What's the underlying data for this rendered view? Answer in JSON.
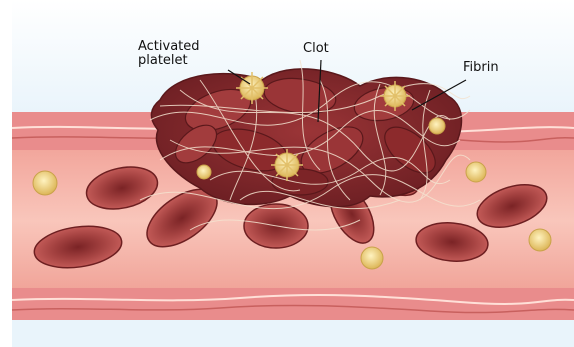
{
  "labels": {
    "activated_platelet": "Activated\nplatelet",
    "clot": "Clot",
    "fibrin": "Fibrin"
  },
  "colors": {
    "background_top": "#e9f4fb",
    "vessel_wall": "#e98c8c",
    "vessel_lumen": "#f7b9ae",
    "red_cell": "#a8403f",
    "red_cell_dark": "#6d1f21",
    "clot": "#8c2a2c",
    "platelet": "#e7c66a",
    "fibrin": "#f4e3d0",
    "leader_line": "#111111"
  }
}
